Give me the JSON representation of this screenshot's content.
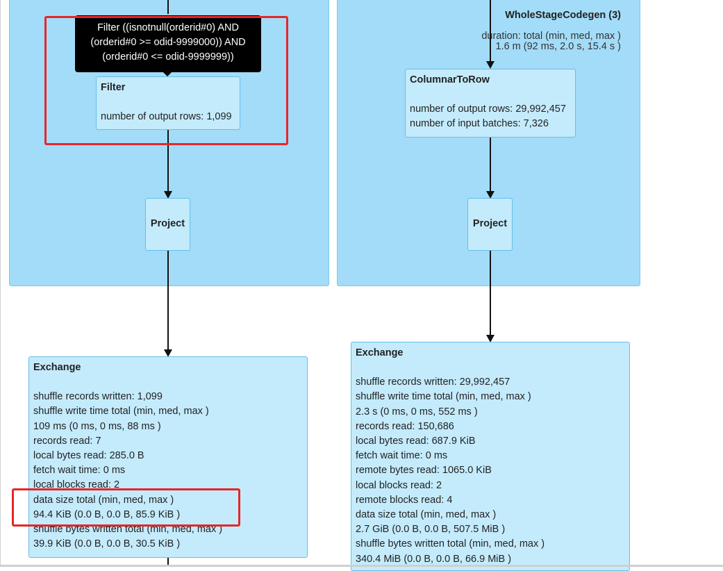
{
  "cluster_right": {
    "label": "WholeStageCodegen (3)",
    "duration_line1": "duration: total (min, med, max )",
    "duration_line2": "1.6 m (92 ms, 2.0 s, 15.4 s )"
  },
  "tooltip": {
    "line1": "Filter ((isnotnull(orderid#0) AND",
    "line2": "(orderid#0 >= odid-9999000)) AND",
    "line3": "(orderid#0 <= odid-9999999))"
  },
  "filter_node": {
    "title": "Filter",
    "metrics": [
      "number of output rows: 1,099"
    ]
  },
  "project_left": {
    "title": "Project"
  },
  "project_right": {
    "title": "Project"
  },
  "columnar_node": {
    "title": "ColumnarToRow",
    "metrics": [
      "number of output rows: 29,992,457",
      "number of input batches: 7,326"
    ]
  },
  "exchange_left": {
    "title": "Exchange",
    "metrics": [
      "shuffle records written: 1,099",
      "shuffle write time total (min, med, max )",
      "109 ms (0 ms, 0 ms, 88 ms )",
      "records read: 7",
      "local bytes read: 285.0 B",
      "fetch wait time: 0 ms",
      "local blocks read: 2",
      "data size total (min, med, max )",
      "94.4 KiB (0.0 B, 0.0 B, 85.9 KiB )",
      "shuffle bytes written total (min, med, max )",
      "39.9 KiB (0.0 B, 0.0 B, 30.5 KiB )"
    ]
  },
  "exchange_right": {
    "title": "Exchange",
    "metrics": [
      "shuffle records written: 29,992,457",
      "shuffle write time total (min, med, max )",
      "2.3 s (0 ms, 0 ms, 552 ms )",
      "records read: 150,686",
      "local bytes read: 687.9 KiB",
      "fetch wait time: 0 ms",
      "remote bytes read: 1065.0 KiB",
      "local blocks read: 2",
      "remote blocks read: 4",
      "data size total (min, med, max )",
      "2.7 GiB (0.0 B, 0.0 B, 507.5 MiB )",
      "shuffle bytes written total (min, med, max )",
      "340.4 MiB (0.0 B, 0.0 B, 66.9 MiB )"
    ]
  }
}
